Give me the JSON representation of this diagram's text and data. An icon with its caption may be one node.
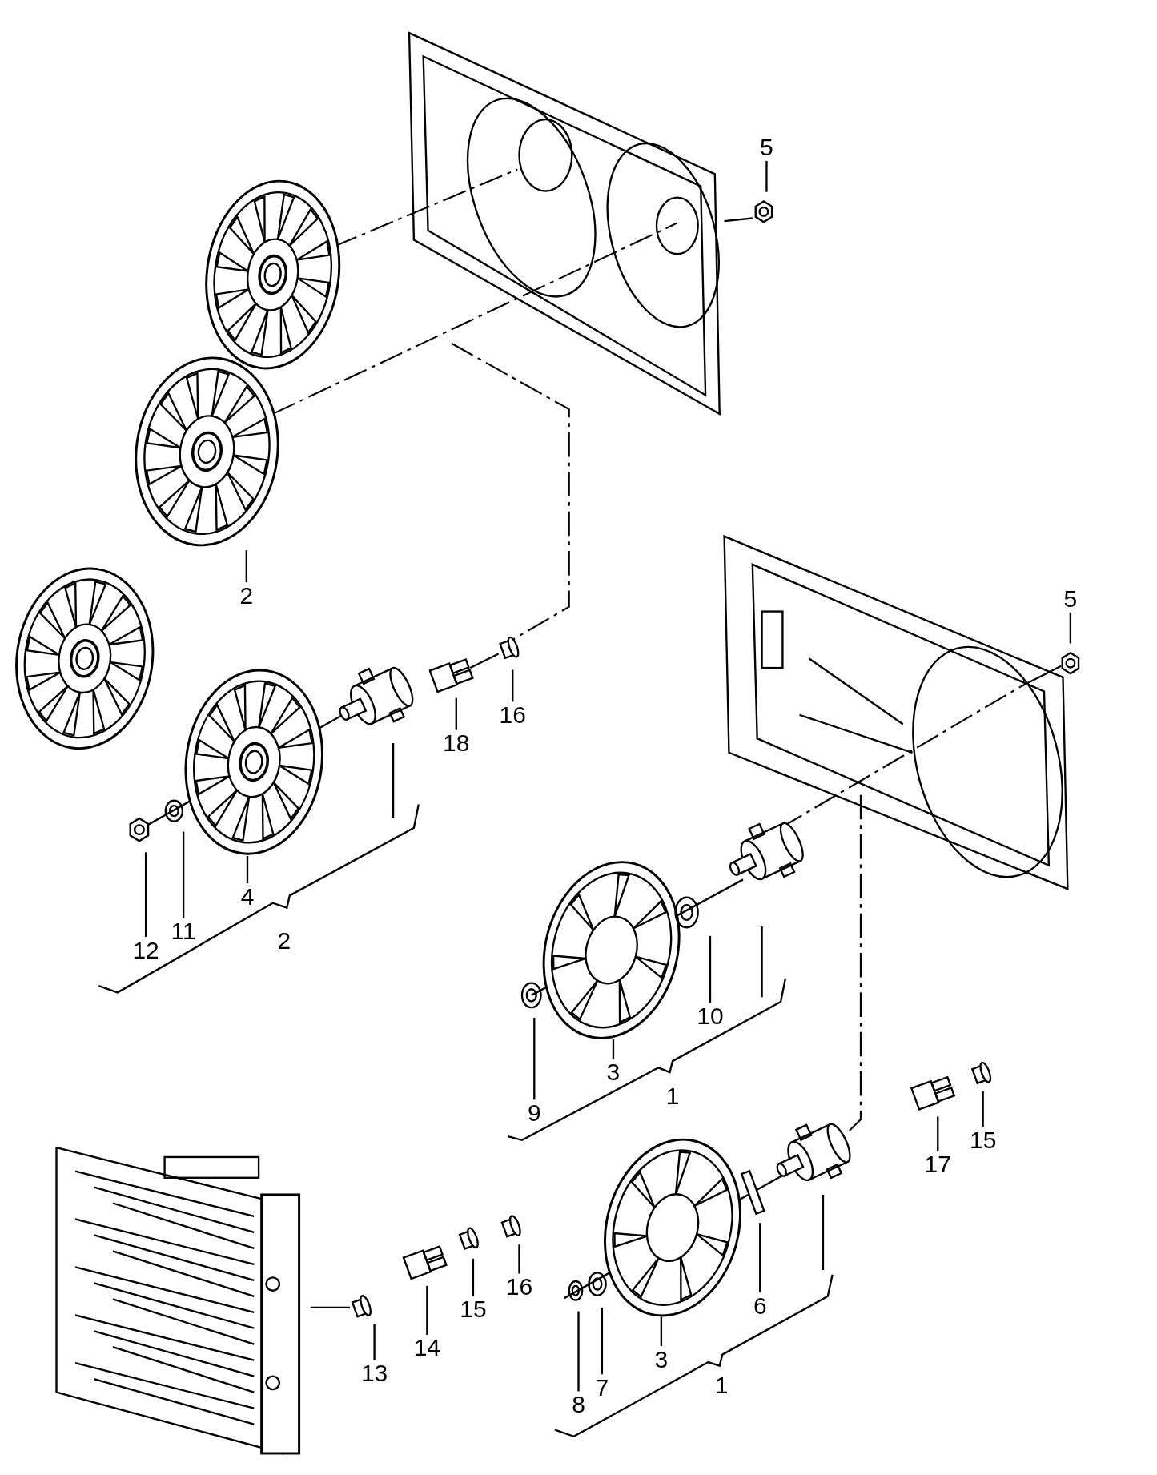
{
  "diagram": {
    "nodes": [
      {
        "text": [
          "5"
        ]
      },
      {
        "text": [
          "2"
        ]
      },
      {
        "text": [
          "5"
        ]
      },
      {
        "text": [
          "16"
        ]
      },
      {
        "text": [
          "18"
        ]
      },
      {
        "text": [
          "4"
        ]
      },
      {
        "text": [
          "11"
        ]
      },
      {
        "text": [
          "12"
        ]
      },
      {
        "text": [
          "10"
        ]
      },
      {
        "text": [
          "3"
        ]
      },
      {
        "text": [
          "9"
        ]
      },
      {
        "text": [
          "15"
        ]
      },
      {
        "text": [
          "17"
        ]
      },
      {
        "text": [
          "16"
        ]
      },
      {
        "text": [
          "6"
        ]
      },
      {
        "text": [
          "15"
        ]
      },
      {
        "text": [
          "14"
        ]
      },
      {
        "text": [
          "3"
        ]
      },
      {
        "text": [
          "13"
        ]
      },
      {
        "text": [
          "7"
        ]
      },
      {
        "text": [
          "8"
        ]
      }
    ],
    "edges": [
      {
        "from": 0,
        "to": null,
        "arrow": "none"
      },
      {
        "from": 1,
        "to": null,
        "arrow": "none"
      },
      {
        "from": 2,
        "to": null,
        "arrow": "none"
      },
      {
        "from": 3,
        "to": null,
        "arrow": "none"
      },
      {
        "from": 4,
        "to": null,
        "arrow": "none"
      },
      {
        "from": 5,
        "to": null,
        "arrow": "none"
      },
      {
        "from": 6,
        "to": null,
        "arrow": "none"
      },
      {
        "from": 7,
        "to": null,
        "arrow": "none"
      },
      {
        "from": 8,
        "to": null,
        "arrow": "none"
      },
      {
        "from": 9,
        "to": null,
        "arrow": "none"
      },
      {
        "from": 10,
        "to": null,
        "arrow": "none"
      },
      {
        "from": 11,
        "to": null,
        "arrow": "none"
      },
      {
        "from": 12,
        "to": null,
        "arrow": "none"
      },
      {
        "from": 13,
        "to": null,
        "arrow": "none"
      },
      {
        "from": 14,
        "to": null,
        "arrow": "none"
      },
      {
        "from": 15,
        "to": null,
        "arrow": "none"
      },
      {
        "from": 16,
        "to": null,
        "arrow": "none"
      },
      {
        "from": 17,
        "to": null,
        "arrow": "none"
      },
      {
        "from": 18,
        "to": null,
        "arrow": "none"
      },
      {
        "from": 19,
        "to": null,
        "arrow": "none"
      },
      {
        "from": 20,
        "to": null,
        "arrow": "none"
      }
    ],
    "labels": [
      "2",
      "1",
      "1"
    ]
  }
}
